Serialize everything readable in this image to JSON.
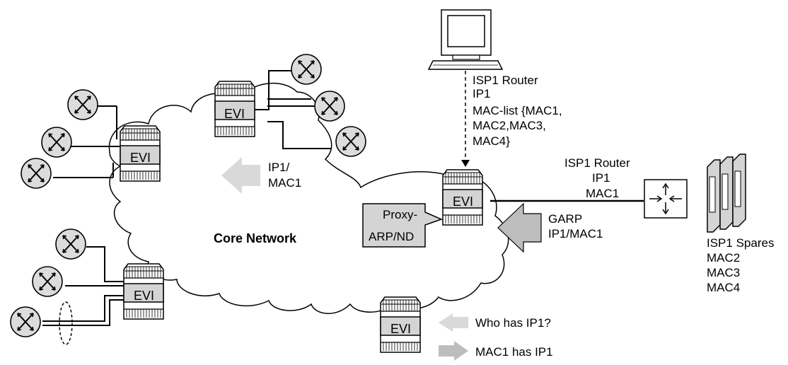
{
  "diagram": {
    "cloud_label": "Core Network",
    "evi_label": "EVI",
    "proxy_label_line1": "Proxy-",
    "proxy_label_line2": "ARP/ND",
    "isp_router_top": [
      "ISP1 Router",
      "IP1",
      "MAC-list {MAC1,",
      "MAC2,MAC3,",
      "MAC4}"
    ],
    "isp_router_right": [
      "ISP1 Router",
      "IP1",
      "MAC1"
    ],
    "arrow_left_label": [
      "IP1/",
      "MAC1"
    ],
    "garp_label": [
      "GARP",
      "IP1/MAC1"
    ],
    "spares_label": [
      "ISP1 Spares",
      "MAC2",
      "MAC3",
      "MAC4"
    ],
    "legend_who_has": "Who has IP1?",
    "legend_mac_has": "MAC1 has IP1",
    "colors": {
      "line": "#000000",
      "box_fill": "#d4d4d4",
      "arrow_light": "#d9d9d9",
      "arrow_mid": "#bdbdbd",
      "router_fill": "#dcdcdc"
    }
  }
}
